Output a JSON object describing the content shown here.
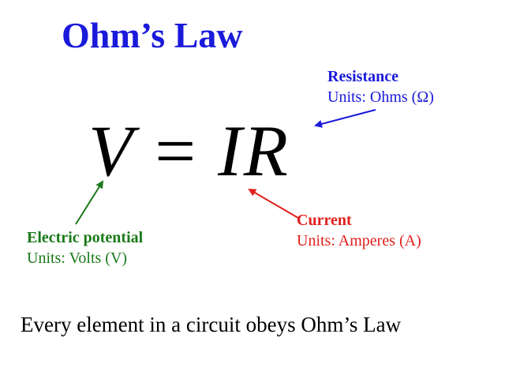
{
  "title": "Ohm’s Law",
  "equation": {
    "v": "V",
    "equals": "=",
    "i": "I",
    "r": "R"
  },
  "resistance": {
    "head": "Resistance",
    "units": "Units:  Ohms (Ω)",
    "color": "#1a1adb"
  },
  "current": {
    "head": "Current",
    "units": "Units:  Amperes (A)",
    "color": "#e0201c"
  },
  "potential": {
    "head": "Electric potential",
    "units": "Units:  Volts (V)",
    "color": "#1a7a1a"
  },
  "footer": "Every element in a circuit obeys Ohm’s Law"
}
